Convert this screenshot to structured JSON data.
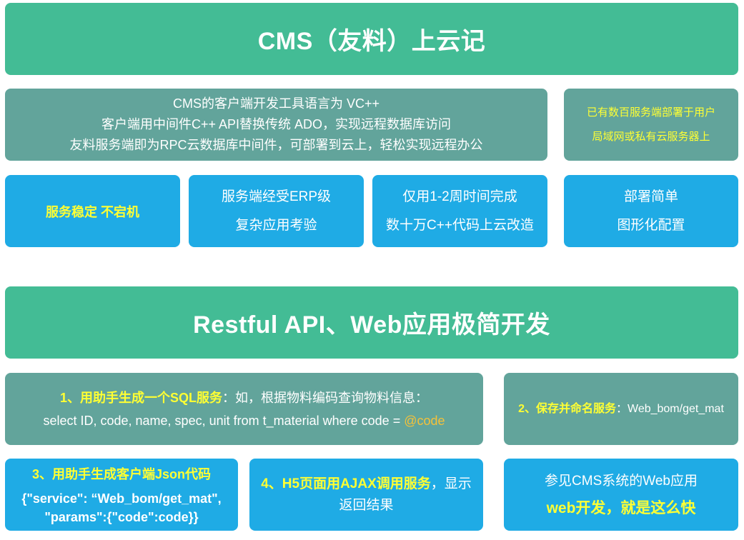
{
  "section1": {
    "title": "CMS（友料）上云记",
    "intro": [
      "CMS的客户端开发工具语言为 VC++",
      "客户端用中间件C++ API替换传统 ADO，实现远程数据库访问",
      "友料服务端即为RPC云数据库中间件，可部署到云上，轻松实现远程办公"
    ],
    "side_note": [
      "已有数百服务端部署于用户",
      "局域网或私有云服务器上"
    ],
    "features": [
      {
        "lines": [
          "服务稳定 不宕机"
        ]
      },
      {
        "lines": [
          "服务端经受ERP级",
          "复杂应用考验"
        ]
      },
      {
        "lines": [
          "仅用1-2周时间完成",
          "数十万C++代码上云改造"
        ]
      },
      {
        "lines": [
          "部署简单",
          "图形化配置"
        ]
      }
    ]
  },
  "section2": {
    "title": "Restful API、Web应用极简开发",
    "step1": {
      "highlight": "1、用助手生成一个SQL服务",
      "rest": "：如，根据物料编码查询物料信息：",
      "sql_prefix": "select ID, code, name, spec, unit from t_material where code = ",
      "sql_param": "@code"
    },
    "step2": {
      "highlight": "2、保存并命名服务",
      "rest": "：Web_bom/get_mat"
    },
    "step3": {
      "highlight": "3、用助手生成客户端Json代码",
      "code_line1": "{\"service\": “Web_bom/get_mat\",",
      "code_line2": "\"params\":{\"code\":code}}"
    },
    "step4": {
      "highlight": "4、H5页面用AJAX调用服务",
      "rest": "，显示",
      "line2": "返回结果"
    },
    "step5": {
      "line1": "参见CMS系统的Web应用",
      "line2": "web开发，就是这么快"
    }
  }
}
